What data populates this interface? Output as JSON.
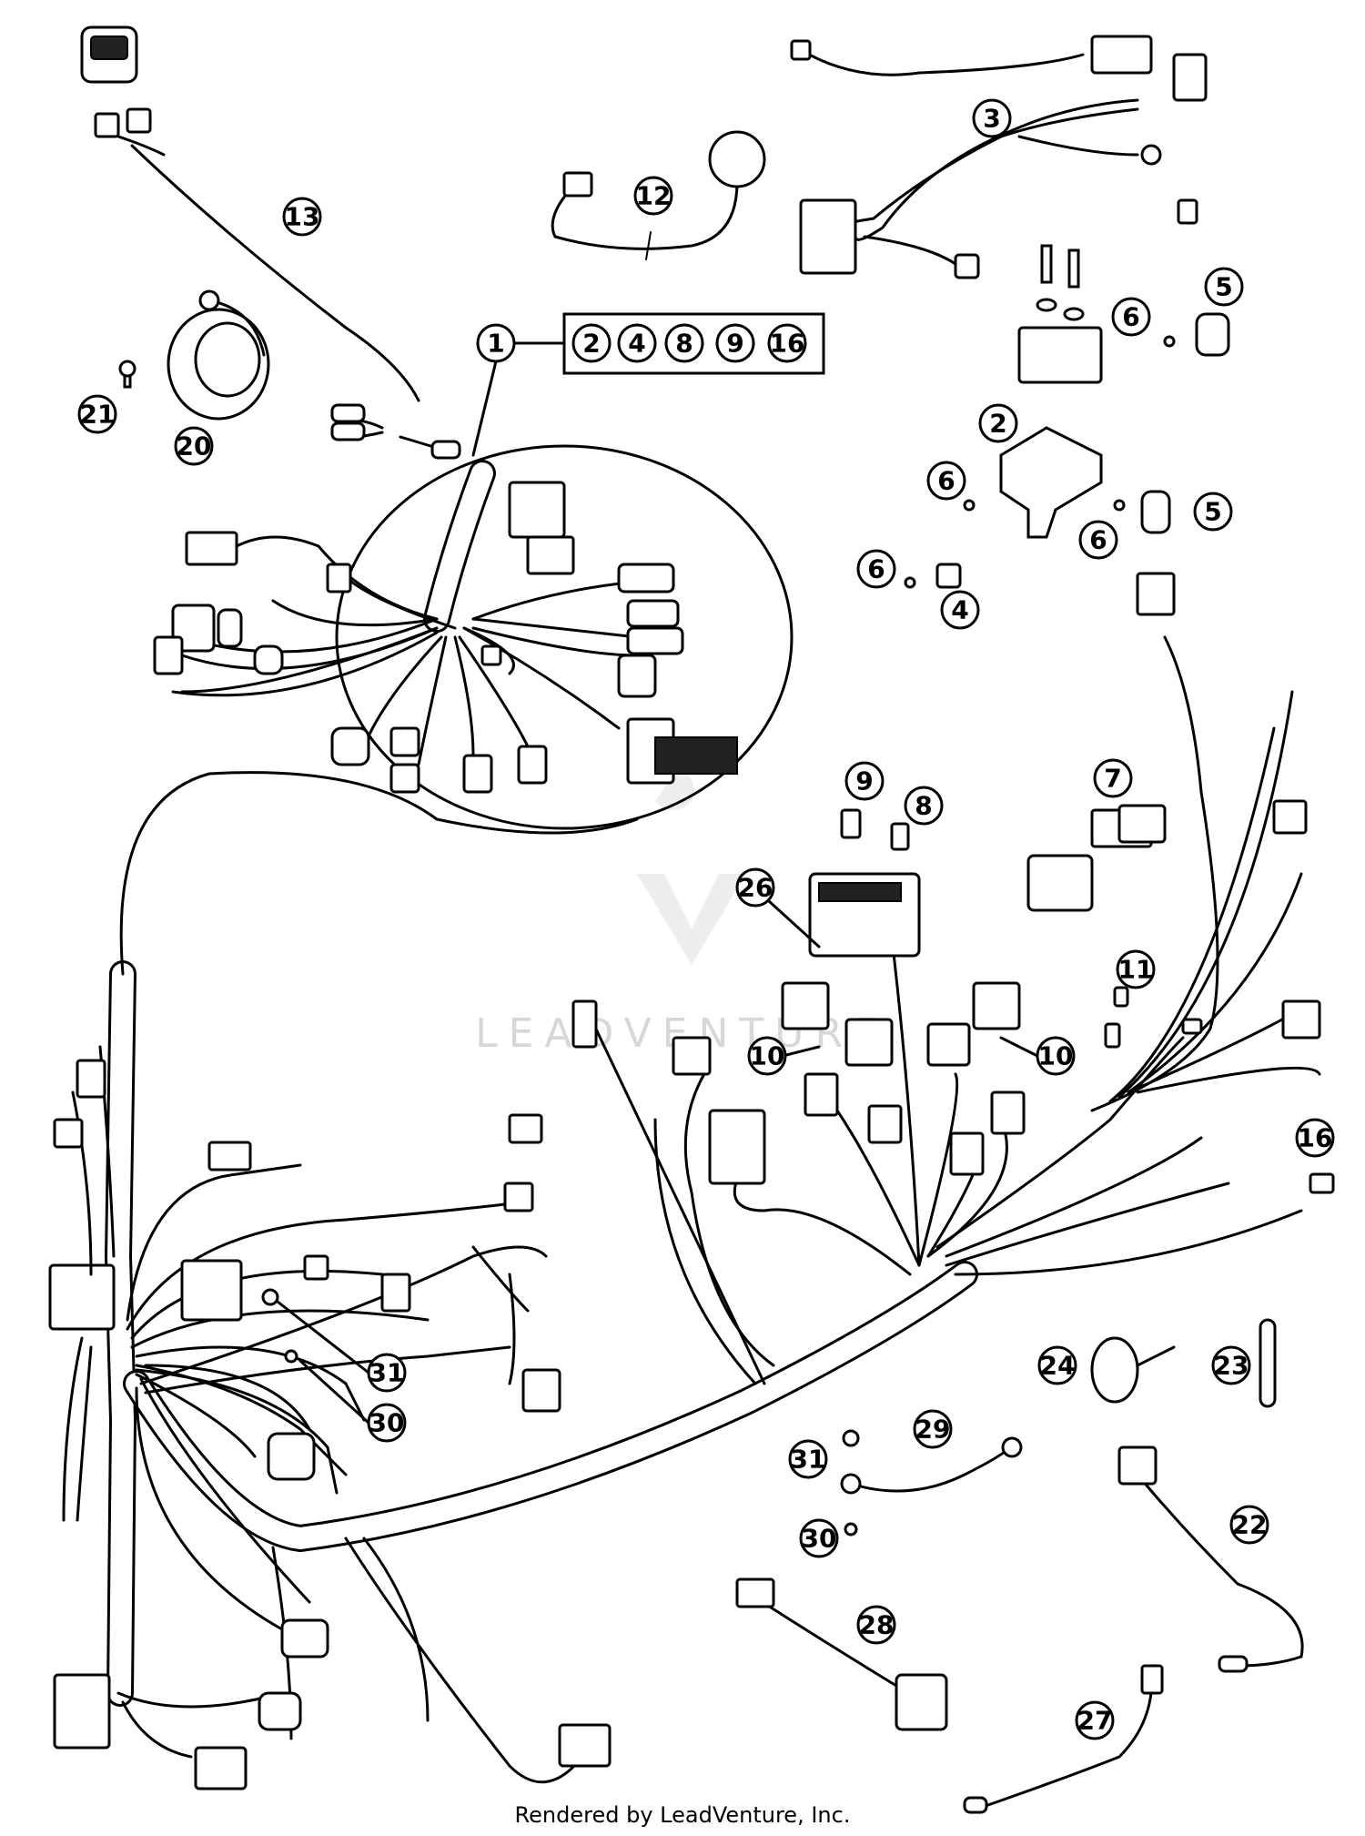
{
  "callouts": {
    "c1": "1",
    "group_items": [
      "2",
      "4",
      "8",
      "9",
      "16"
    ],
    "c2": "2",
    "c3": "3",
    "c4": "4",
    "c5a": "5",
    "c5b": "5",
    "c6a": "6",
    "c6b": "6",
    "c6c": "6",
    "c6d": "6",
    "c7": "7",
    "c8": "8",
    "c9": "9",
    "c10a": "10",
    "c10b": "10",
    "c11": "11",
    "c12": "12",
    "c13": "13",
    "c16": "16",
    "c20": "20",
    "c21": "21",
    "c22": "22",
    "c23": "23",
    "c24": "24",
    "c26": "26",
    "c27": "27",
    "c28": "28",
    "c29": "29",
    "c30a": "30",
    "c30b": "30",
    "c31a": "31",
    "c31b": "31"
  },
  "watermark": "LEADVENTURE",
  "footer": "Rendered by LeadVenture, Inc."
}
